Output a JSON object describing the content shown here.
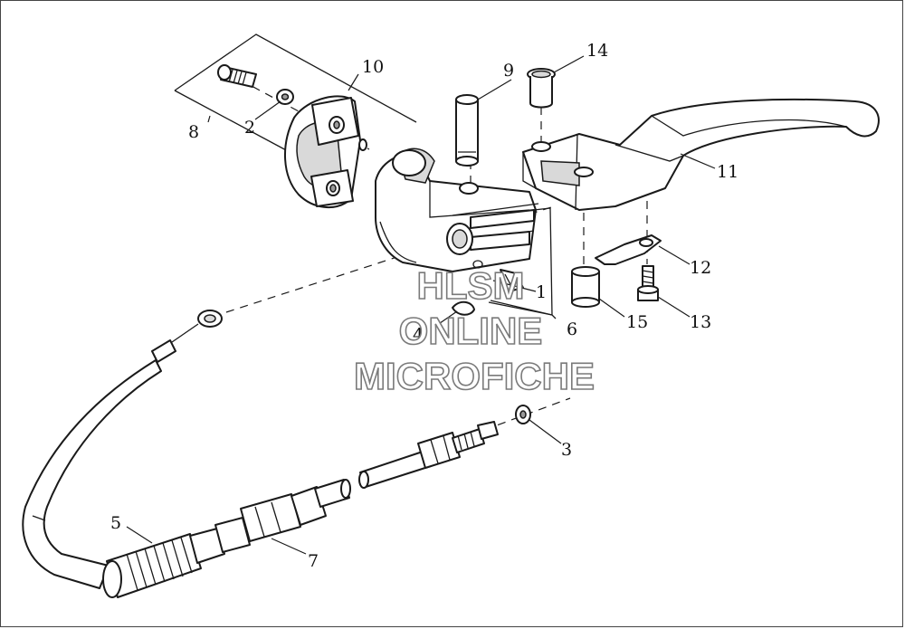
{
  "callouts": [
    "1",
    "2",
    "3",
    "4",
    "5",
    "6",
    "7",
    "8",
    "9",
    "10",
    "11",
    "12",
    "13",
    "14",
    "15"
  ],
  "watermark": {
    "line1": "HLSM",
    "line2": "ONLINE",
    "line3": "MICROFICHE"
  }
}
